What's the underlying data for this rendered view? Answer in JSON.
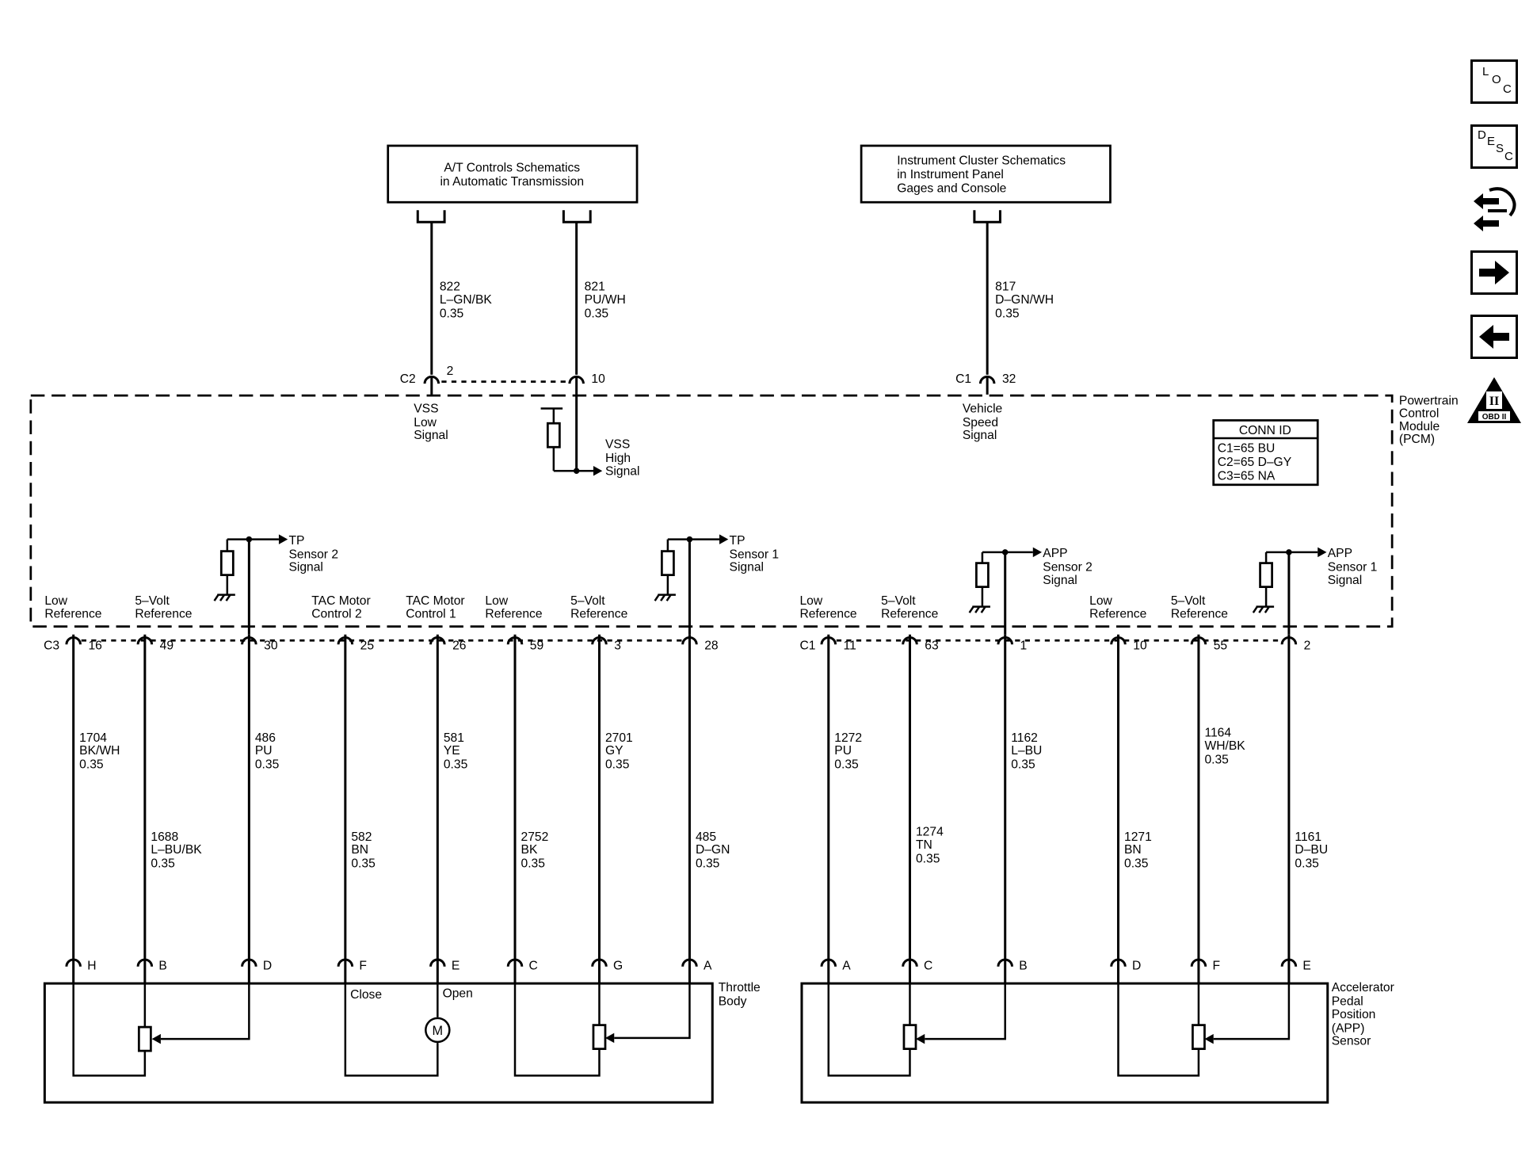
{
  "schematic": {
    "top_boxes": {
      "at": {
        "line1": "A/T Controls Schematics",
        "line2": "in Automatic Transmission"
      },
      "ic": {
        "line1": "Instrument Cluster Schematics",
        "line2": "in Instrument Panel",
        "line3": "Gages and Console"
      }
    },
    "top_wires": [
      {
        "num": "822",
        "color": "L–GN/BK",
        "gauge": "0.35"
      },
      {
        "num": "821",
        "color": "PU/WH",
        "gauge": "0.35"
      },
      {
        "num": "817",
        "color": "D–GN/WH",
        "gauge": "0.35"
      }
    ],
    "top_connectors": {
      "c2": "C2",
      "c2_pin_a": "2",
      "c2_pin_b": "10",
      "c1": "C1",
      "c1_pin": "32"
    },
    "top_signals": {
      "vss_low": {
        "l1": "VSS",
        "l2": "Low",
        "l3": "Signal"
      },
      "vss_high": {
        "l1": "VSS",
        "l2": "High",
        "l3": "Signal"
      },
      "vehicle_speed": {
        "l1": "Vehicle",
        "l2": "Speed",
        "l3": "Signal"
      }
    },
    "pcm_label": {
      "l1": "Powertrain",
      "l2": "Control",
      "l3": "Module",
      "l4": "(PCM)"
    },
    "conn_id": {
      "title": "CONN ID",
      "c1": "C1=65 BU",
      "c2": "C2=65 D–GY",
      "c3": "C3=65 NA"
    },
    "sensor_signals": {
      "tp2": {
        "l1": "TP",
        "l2": "Sensor 2",
        "l3": "Signal"
      },
      "tp1": {
        "l1": "TP",
        "l2": "Sensor 1",
        "l3": "Signal"
      },
      "app2": {
        "l1": "APP",
        "l2": "Sensor 2",
        "l3": "Signal"
      },
      "app1": {
        "l1": "APP",
        "l2": "Sensor 1",
        "l3": "Signal"
      }
    },
    "pin_labels": {
      "low_ref_a": {
        "l1": "Low",
        "l2": "Reference"
      },
      "five_v_a": {
        "l1": "5–Volt",
        "l2": "Reference"
      },
      "tac2": {
        "l1": "TAC Motor",
        "l2": "Control 2"
      },
      "tac1": {
        "l1": "TAC Motor",
        "l2": "Control 1"
      },
      "low_ref_b": {
        "l1": "Low",
        "l2": "Reference"
      },
      "five_v_b": {
        "l1": "5–Volt",
        "l2": "Reference"
      },
      "low_ref_c": {
        "l1": "Low",
        "l2": "Reference"
      },
      "five_v_c": {
        "l1": "5–Volt",
        "l2": "Reference"
      },
      "low_ref_d": {
        "l1": "Low",
        "l2": "Reference"
      },
      "five_v_d": {
        "l1": "5–Volt",
        "l2": "Reference"
      }
    },
    "bottom_connectors": {
      "c3": "C3",
      "c1": "C1"
    },
    "throttle_columns": [
      {
        "pcm_pin": "16",
        "num": "1704",
        "color": "BK/WH",
        "gauge": "0.35",
        "dev_pin": "H"
      },
      {
        "pcm_pin": "49",
        "num": "1688",
        "color": "L–BU/BK",
        "gauge": "0.35",
        "dev_pin": "B"
      },
      {
        "pcm_pin": "30",
        "num": "486",
        "color": "PU",
        "gauge": "0.35",
        "dev_pin": "D"
      },
      {
        "pcm_pin": "25",
        "num": "582",
        "color": "BN",
        "gauge": "0.35",
        "dev_pin": "F"
      },
      {
        "pcm_pin": "26",
        "num": "581",
        "color": "YE",
        "gauge": "0.35",
        "dev_pin": "E"
      },
      {
        "pcm_pin": "59",
        "num": "2752",
        "color": "BK",
        "gauge": "0.35",
        "dev_pin": "C"
      },
      {
        "pcm_pin": "3",
        "num": "2701",
        "color": "GY",
        "gauge": "0.35",
        "dev_pin": "G"
      },
      {
        "pcm_pin": "28",
        "num": "485",
        "color": "D–GN",
        "gauge": "0.35",
        "dev_pin": "A"
      }
    ],
    "app_columns": [
      {
        "pcm_pin": "11",
        "num": "1272",
        "color": "PU",
        "gauge": "0.35",
        "dev_pin": "A"
      },
      {
        "pcm_pin": "63",
        "num": "1274",
        "color": "TN",
        "gauge": "0.35",
        "dev_pin": "C"
      },
      {
        "pcm_pin": "1",
        "num": "1162",
        "color": "L–BU",
        "gauge": "0.35",
        "dev_pin": "B"
      },
      {
        "pcm_pin": "10",
        "num": "1271",
        "color": "BN",
        "gauge": "0.35",
        "dev_pin": "D"
      },
      {
        "pcm_pin": "55",
        "num": "1164",
        "color": "WH/BK",
        "gauge": "0.35",
        "dev_pin": "F"
      },
      {
        "pcm_pin": "2",
        "num": "1161",
        "color": "D–BU",
        "gauge": "0.35",
        "dev_pin": "E"
      }
    ],
    "throttle_body": {
      "l1": "Throttle",
      "l2": "Body",
      "close": "Close",
      "open": "Open",
      "motor": "M"
    },
    "app_sensor": {
      "l1": "Accelerator",
      "l2": "Pedal",
      "l3": "Position",
      "l4": "(APP)",
      "l5": "Sensor"
    }
  },
  "toolbar": {
    "loc": {
      "a": "L",
      "b": "O",
      "c": "C"
    },
    "desc": {
      "a": "D",
      "b": "E",
      "c": "S",
      "d": "C"
    },
    "obd": {
      "numeral": "II",
      "label": "OBD II"
    }
  },
  "icons": {
    "connector_view": "connector-hand-icon",
    "next": "arrow-right-icon",
    "back": "arrow-left-icon"
  }
}
